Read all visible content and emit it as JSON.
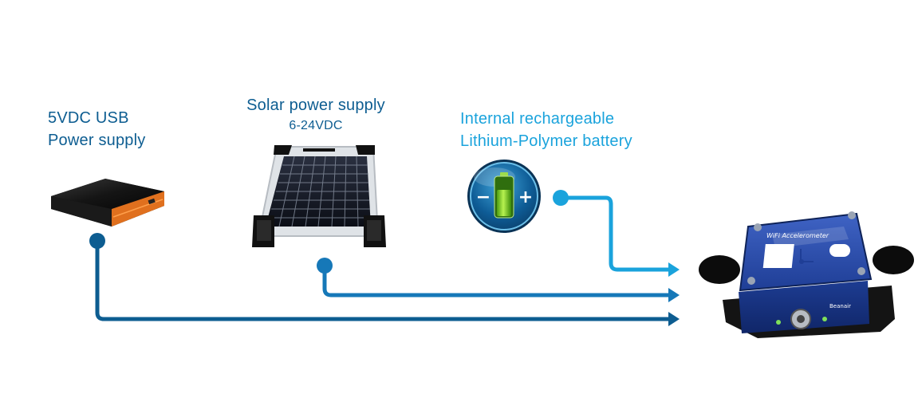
{
  "sources": {
    "usb": {
      "line1": "5VDC USB",
      "line2": "Power supply",
      "icon": "power-bank-icon"
    },
    "solar": {
      "line1": "Solar power supply",
      "line2": "6-24VDC",
      "icon": "solar-panel-icon"
    },
    "battery": {
      "line1": "Internal rechargeable",
      "line2": "Lithium-Polymer battery",
      "icon": "battery-icon",
      "minus": "−",
      "plus": "+"
    }
  },
  "device": {
    "icon": "wifi-accelerometer-device-icon",
    "label": "WiFi Accelerometer",
    "vendor": "Beanair"
  },
  "colors": {
    "dark_blue": "#0d5d91",
    "mid_blue": "#1678b8",
    "light_blue": "#1aa3dc"
  }
}
